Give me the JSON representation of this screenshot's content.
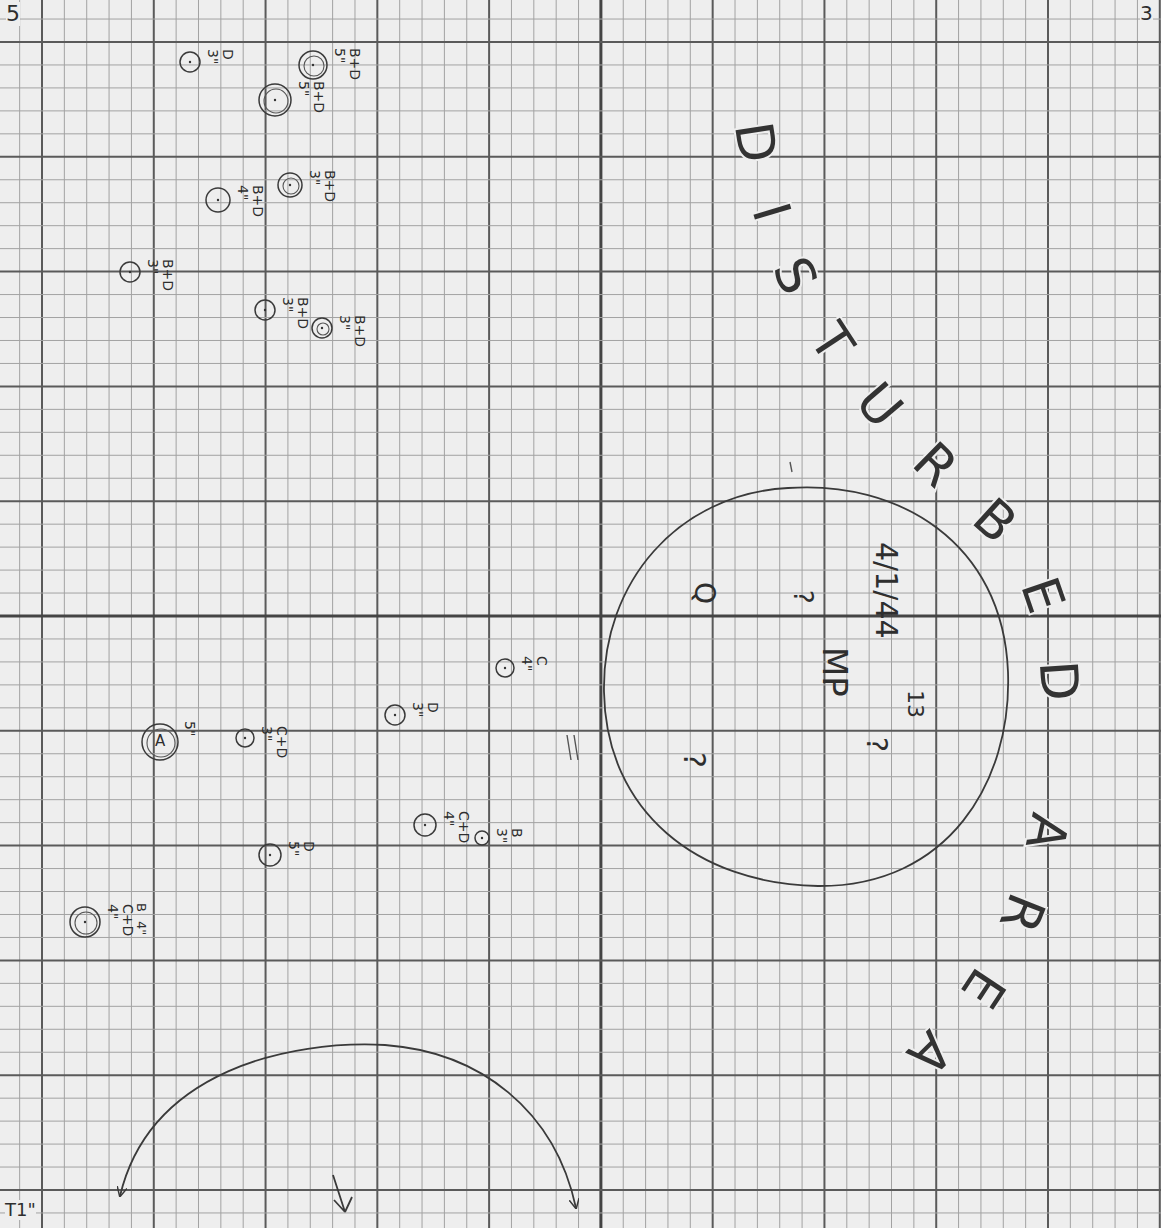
{
  "diagram": {
    "nodes": [
      {
        "text": [
          "D",
          "3\""
        ]
      },
      {
        "text": [
          "B+D",
          "5\""
        ]
      },
      {
        "text": [
          "B+D",
          "5\""
        ]
      },
      {
        "text": [
          "B+D",
          "4\""
        ]
      },
      {
        "text": [
          "B+D",
          "3\""
        ]
      },
      {
        "text": [
          "B+D",
          "3\""
        ]
      },
      {
        "text": [
          "B+D",
          "3\""
        ]
      },
      {
        "text": [
          "B+D",
          "3\""
        ]
      },
      {
        "text": [
          "4/1/44",
          "13",
          "?",
          "MP",
          "?",
          "Q",
          "?"
        ]
      },
      {
        "text": [
          "C",
          "4\""
        ]
      },
      {
        "text": [
          "D",
          "3\""
        ]
      },
      {
        "text": [
          "A",
          "5\""
        ]
      },
      {
        "text": [
          "C+D",
          "3\""
        ]
      },
      {
        "text": [
          "D",
          "5\""
        ]
      },
      {
        "text": [
          "C+D",
          "4\""
        ]
      },
      {
        "text": [
          "B",
          "3\""
        ]
      },
      {
        "text": [
          "C+D",
          "4\""
        ]
      }
    ],
    "labels": [
      "DISTURBED AREA",
      "5",
      "3",
      "T1\"",
      "B",
      "4\""
    ]
  }
}
